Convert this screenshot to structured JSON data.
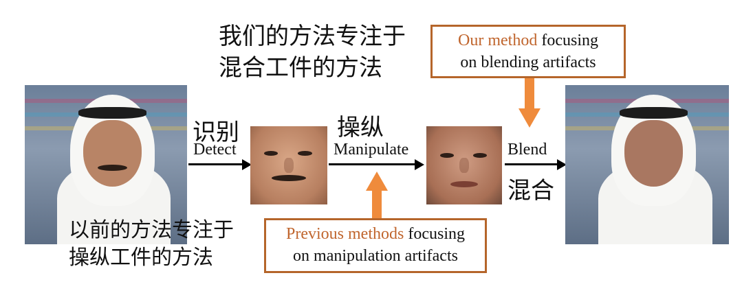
{
  "title_cn": [
    "我们的方法专注于",
    "混合工件的方法"
  ],
  "previous_cn": [
    "以前的方法专注于",
    "操纵工件的方法"
  ],
  "steps": {
    "detect": {
      "cn": "识别",
      "en": "Detect"
    },
    "manipulate": {
      "cn": "操纵",
      "en": "Manipulate"
    },
    "blend": {
      "cn": "混合",
      "en": "Blend"
    }
  },
  "callout_top": {
    "highlight": "Our method",
    "rest": " focusing",
    "line2": "on blending artifacts"
  },
  "callout_bottom": {
    "highlight": "Previous methods",
    "rest": " focusing",
    "line2": "on manipulation artifacts"
  },
  "colors": {
    "accent_orange": "#b5652a",
    "arrow_orange": "#ef8b3c",
    "arrow_black": "#000000"
  }
}
